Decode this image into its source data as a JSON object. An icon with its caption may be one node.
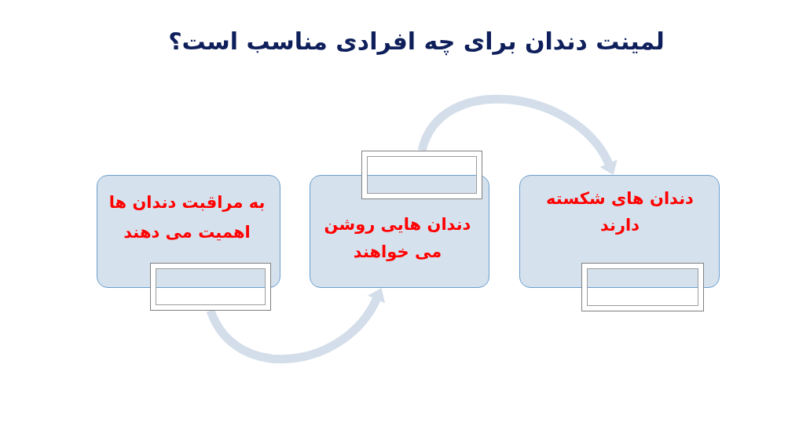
{
  "diagram": {
    "title": "لمینت دندان برای چه افرادی مناسب است؟",
    "nodes": [
      {
        "text": [
          "دندان های شکسته دارند"
        ]
      },
      {
        "text": [
          "دندان هایی روشن می خواهند"
        ]
      },
      {
        "text": [
          "به مراقبت دندان ها اهمیت می دهند"
        ]
      },
      {
        "text": [],
        "shape": "box"
      },
      {
        "text": [],
        "shape": "box"
      },
      {
        "text": [],
        "shape": "box"
      }
    ],
    "edges": [
      {
        "from": 5,
        "to": 1,
        "arrow": "to"
      },
      {
        "from": 4,
        "to": 0,
        "arrow": "to"
      }
    ]
  }
}
